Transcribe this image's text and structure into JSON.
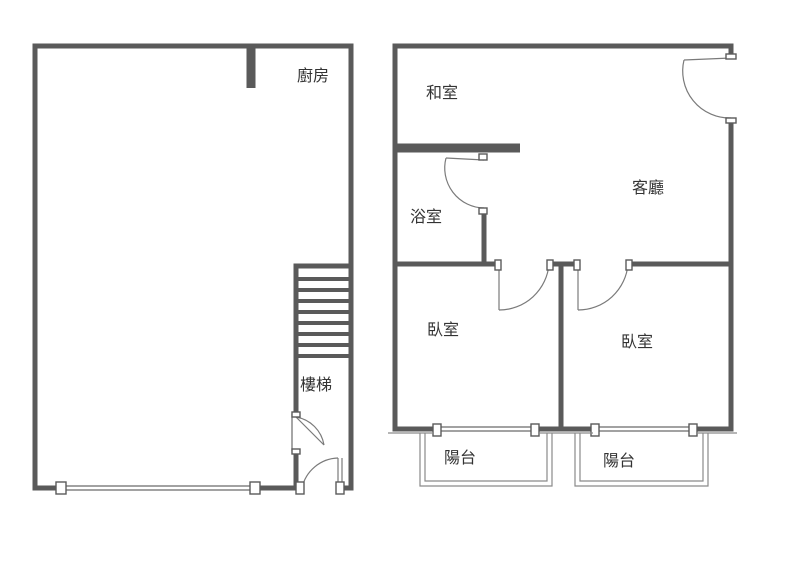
{
  "rooms": {
    "kitchen": "廚房",
    "stairs": "樓梯",
    "japanese_room": "和室",
    "living_room": "客廳",
    "bathroom": "浴室",
    "bedroom_left": "臥室",
    "bedroom_right": "臥室",
    "balcony_left": "陽台",
    "balcony_right": "陽台"
  },
  "colors": {
    "wall": "#5a5a5a",
    "label": "#333333",
    "background": "#ffffff"
  }
}
